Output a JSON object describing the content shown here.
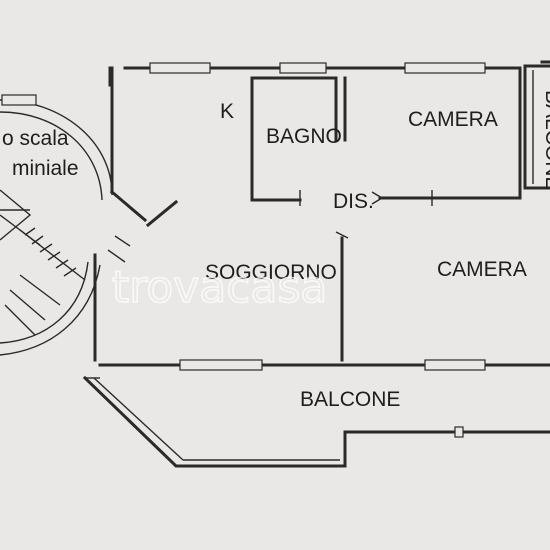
{
  "labels": {
    "kitchen": "K",
    "bagno": "BAGNO",
    "camera_top": "CAMERA",
    "balcone_side": "BALCONE",
    "scala_line1": "o scala",
    "scala_line2": "miniale",
    "disimpegno": "DIS.",
    "soggiorno": "SOGGIORNO",
    "camera_right": "CAMERA",
    "balcone_bottom": "BALCONE"
  },
  "watermark": "trovacasa",
  "colors": {
    "paper": "#e9e8e6",
    "ink": "#2a2a2a"
  }
}
